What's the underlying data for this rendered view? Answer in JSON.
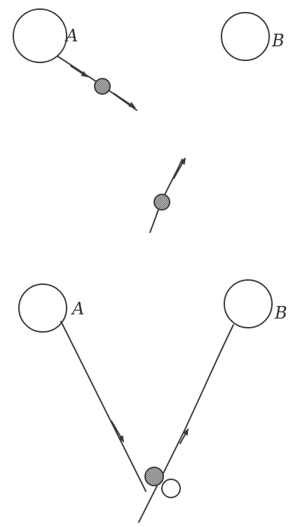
{
  "labels": {
    "top_a": "A",
    "top_b": "B",
    "bottom_a": "A",
    "bottom_b": "B"
  },
  "colors": {
    "ink": "#3a3a3a",
    "ball_shade": "#8c8c8c",
    "background": "#ffffff"
  }
}
